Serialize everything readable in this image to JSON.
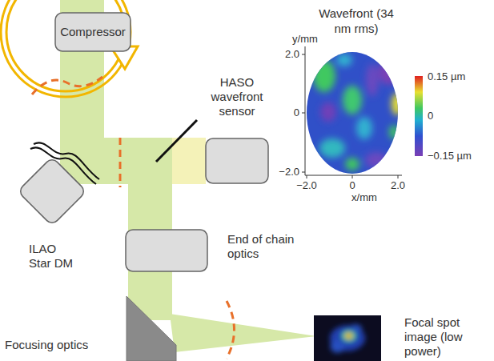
{
  "diagram": {
    "nodes": [
      {
        "text": [
          "Compressor"
        ]
      },
      {
        "text": [
          "ILAO Star DM"
        ]
      },
      {
        "text": [
          "HASO wavefront sensor"
        ]
      },
      {
        "text": [
          "End of chain optics"
        ]
      },
      {
        "text": [
          "Focusing optics"
        ]
      },
      {
        "text": [
          "Focal spot image (low power)"
        ]
      }
    ],
    "labels": [
      "Wavefront (34 nm rms)",
      "y/mm",
      "2.0",
      "0",
      "−2.0",
      "x/mm",
      "−2.0",
      "0",
      "2.0",
      "0.15 µm",
      "0",
      "−0.15 µm"
    ]
  }
}
